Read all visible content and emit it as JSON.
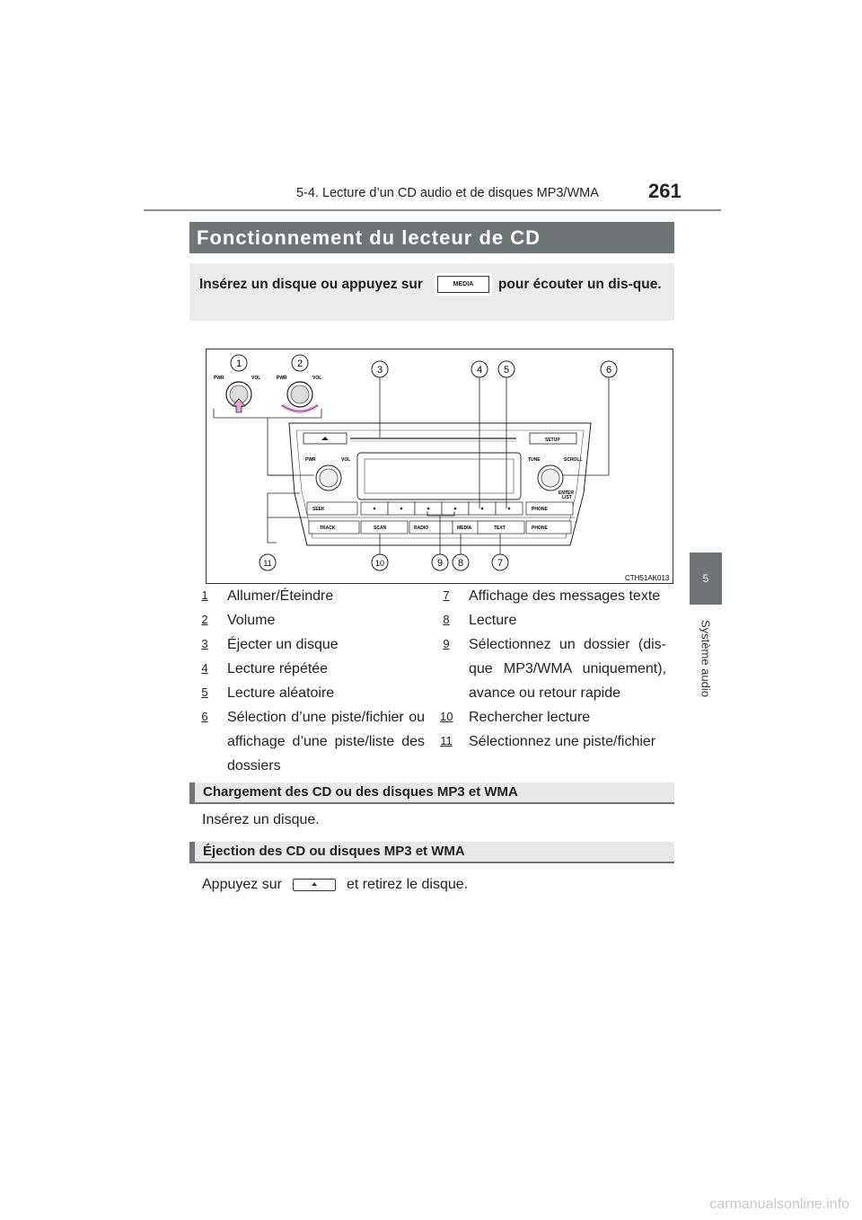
{
  "header": {
    "section": "5-4. Lecture d’un CD audio et de disques MP3/WMA",
    "page_number": "261"
  },
  "side_tab": {
    "number": "5",
    "label": "Système audio"
  },
  "title": "Fonctionnement du lecteur de CD",
  "intro": {
    "before": "Insérez un disque ou appuyez sur",
    "button": "MEDIA",
    "after": "pour écouter un dis-que."
  },
  "figure": {
    "code": "CTH51AK013",
    "knob_labels": {
      "pwr": "PWR",
      "vol": "VOL"
    },
    "panel": {
      "setup": "SETUP",
      "pwr": "PWR",
      "vol": "VOL",
      "tune": "TUNE",
      "scroll": "SCROLL",
      "enter": "ENTER",
      "list": "LIST",
      "seek": "SEEK",
      "track": "TRACK",
      "scan": "SCAN",
      "radio": "RADIO",
      "media": "MEDIA",
      "text": "TEXT",
      "phone1": "PHONE",
      "phone2": "PHONE"
    },
    "callouts": [
      "1",
      "2",
      "3",
      "4",
      "5",
      "6",
      "7",
      "8",
      "9",
      "10",
      "11"
    ]
  },
  "legend_left": [
    {
      "num": "1",
      "text": "Allumer/Éteindre"
    },
    {
      "num": "2",
      "text": "Volume"
    },
    {
      "num": "3",
      "text": "Éjecter un disque"
    },
    {
      "num": "4",
      "text": "Lecture répétée"
    },
    {
      "num": "5",
      "text": "Lecture aléatoire"
    },
    {
      "num": "6",
      "text": "Sélection d’une piste/fichier ou affichage d’une piste/liste des dossiers"
    }
  ],
  "legend_right": [
    {
      "num": "7",
      "text": "Affichage des messages texte"
    },
    {
      "num": "8",
      "text": "Lecture"
    },
    {
      "num": "9",
      "text": "Sélectionnez un dossier (dis-que MP3/WMA uniquement), avance ou retour rapide"
    },
    {
      "num": "10",
      "text": "Rechercher lecture"
    },
    {
      "num": "11",
      "text": "Sélectionnez une piste/fichier"
    }
  ],
  "sections": [
    {
      "title": "Chargement des CD ou des disques MP3 et WMA",
      "body": "Insérez un disque."
    },
    {
      "title": "Éjection des CD ou disques MP3 et WMA",
      "body_before": "Appuyez sur",
      "body_after": "et retirez le disque."
    }
  ],
  "watermark": "carmanualsonline.info",
  "colors": {
    "bar_gray": "#6f7476",
    "panel_gray": "#ebebeb",
    "accent_pink": "#e8a6d8"
  }
}
